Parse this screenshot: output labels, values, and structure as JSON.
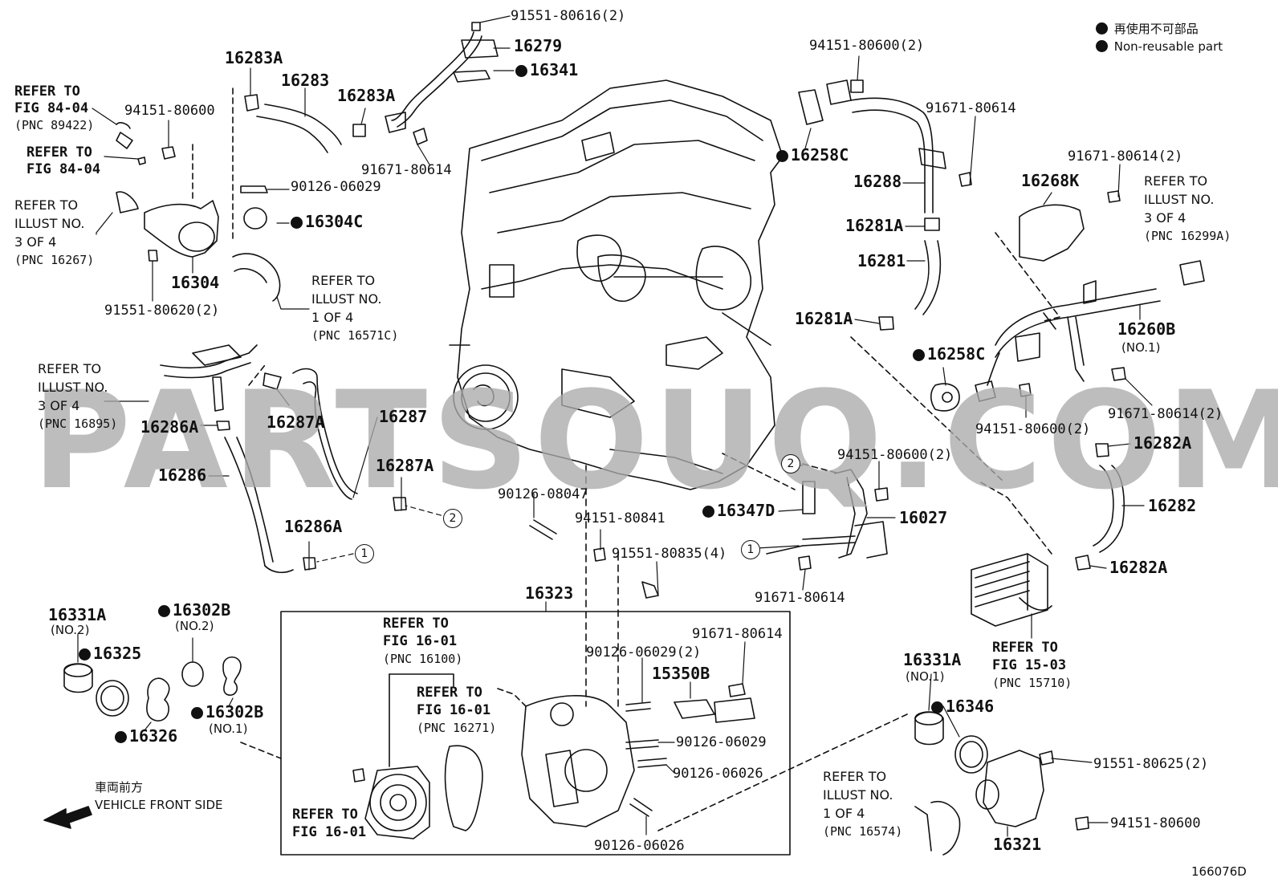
{
  "legend": {
    "jp": "再使用不可部品",
    "en": "Non-reusable part"
  },
  "figure_id": "166076D",
  "watermark": "PARTSOUQ.COM",
  "front": {
    "jp": "車両前方",
    "en": "VEHICLE FRONT SIDE"
  },
  "parts": {
    "p91551_80616": "91551-80616(2)",
    "p16279": "16279",
    "p16341": "16341",
    "p16283A_1": "16283A",
    "p16283": "16283",
    "p16283A_2": "16283A",
    "p91671_80614_a": "91671-80614",
    "p94151_80600_a": "94151-80600",
    "p90126_06029_a": "90126-06029",
    "p16304C": "16304C",
    "p16304": "16304",
    "p91551_80620": "91551-80620(2)",
    "p94151_80600_2a": "94151-80600(2)",
    "p16258C_a": "16258C",
    "p91671_80614_b": "91671-80614",
    "p16288": "16288",
    "p16281A_1": "16281A",
    "p16281": "16281",
    "p16281A_2": "16281A",
    "p91671_80614_2a": "91671-80614(2)",
    "p16268K": "16268K",
    "p16260B": "16260B",
    "p16260B_sub": "(NO.1)",
    "p16258C_b": "16258C",
    "p91671_80614_2b": "91671-80614(2)",
    "p94151_80600_2b": "94151-80600(2)",
    "p16282A_1": "16282A",
    "p16282": "16282",
    "p16282A_2": "16282A",
    "p16286A_1": "16286A",
    "p16287A_1": "16287A",
    "p16287": "16287",
    "p16286": "16286",
    "p16287A_2": "16287A",
    "p16286A_2": "16286A",
    "p90126_08047": "90126-08047",
    "p94151_80841": "94151-80841",
    "p91551_80835": "91551-80835(4)",
    "p94151_80600_2c": "94151-80600(2)",
    "p16347D": "16347D",
    "p16027": "16027",
    "p91671_80614_c": "91671-80614",
    "p16323": "16323",
    "p16331A_a": "16331A",
    "p16331A_a_sub": "(NO.2)",
    "p16325": "16325",
    "p16302B_a": "16302B",
    "p16302B_a_sub": "(NO.2)",
    "p16302B_b": "16302B",
    "p16302B_b_sub": "(NO.1)",
    "p16326": "16326",
    "p91671_80614_d": "91671-80614",
    "p90126_06029_2": "90126-06029(2)",
    "p15350B": "15350B",
    "p90126_06029_b": "90126-06029",
    "p90126_06026_a": "90126-06026",
    "p90126_06026_b": "90126-06026",
    "p16331A_b": "16331A",
    "p16331A_b_sub": "(NO.1)",
    "p16346": "16346",
    "p91551_80625": "91551-80625(2)",
    "p94151_80600_d": "94151-80600",
    "p16321": "16321"
  },
  "notes": {
    "n_fig8404_a": [
      "REFER TO",
      "FIG 84-04",
      "(PNC 89422)"
    ],
    "n_fig8404_b": [
      "REFER TO",
      "FIG 84-04"
    ],
    "n_illust3_a": [
      "REFER TO",
      "ILLUST NO.",
      "3 OF 4",
      "(PNC 16267)"
    ],
    "n_illust1_a": [
      "REFER TO",
      "ILLUST NO.",
      "1 OF 4",
      "(PNC 16571C)"
    ],
    "n_illust3_b": [
      "REFER TO",
      "ILLUST NO.",
      "3 OF 4",
      "(PNC 16895)"
    ],
    "n_illust3_c": [
      "REFER TO",
      "ILLUST NO.",
      "3 OF 4",
      "(PNC 16299A)"
    ],
    "n_fig1503": [
      "REFER TO",
      "FIG 15-03",
      "(PNC 15710)"
    ],
    "n_fig1601_a": [
      "REFER TO",
      "FIG 16-01",
      "(PNC 16100)"
    ],
    "n_fig1601_b": [
      "REFER TO",
      "FIG 16-01",
      "(PNC 16271)"
    ],
    "n_fig1601_c": [
      "REFER TO",
      "FIG 16-01"
    ],
    "n_illust1_b": [
      "REFER TO",
      "ILLUST NO.",
      "1 OF 4",
      "(PNC 16574)"
    ]
  },
  "circle_marks": {
    "one": "1",
    "two": "2"
  }
}
